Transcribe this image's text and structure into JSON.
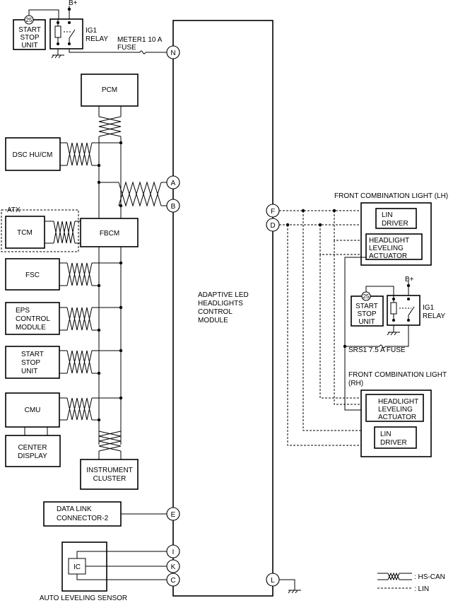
{
  "colors": {
    "line": "#000000",
    "background": "#ffffff"
  },
  "power": {
    "b_plus_top": "B+",
    "b_plus_right": "B+"
  },
  "top_left": {
    "badge": "25",
    "start_stop_unit": [
      "START",
      "STOP",
      "UNIT"
    ],
    "ig1_relay": [
      "IG1",
      "RELAY"
    ],
    "fuse": [
      "METER1 10 A",
      "FUSE"
    ]
  },
  "module": {
    "label": [
      "ADAPTIVE LED",
      "HEADLIGHTS",
      "CONTROL",
      "MODULE"
    ]
  },
  "pins": {
    "N": "N",
    "A": "A",
    "B": "B",
    "F": "F",
    "D": "D",
    "E": "E",
    "I": "I",
    "K": "K",
    "C": "C",
    "L": "L"
  },
  "can_modules": {
    "pcm": "PCM",
    "dsc": "DSC HU/CM",
    "atx": "ATX",
    "tcm": "TCM",
    "fbcm": "FBCM",
    "fsc": "FSC",
    "eps": [
      "EPS",
      "CONTROL",
      "MODULE"
    ],
    "start_stop": [
      "START",
      "STOP",
      "UNIT"
    ],
    "cmu": "CMU",
    "center_display": [
      "CENTER",
      "DISPLAY"
    ],
    "instrument_cluster": [
      "INSTRUMENT",
      "CLUSTER"
    ]
  },
  "dlc": [
    "DATA LINK",
    "CONNECTOR-2"
  ],
  "auto_leveling": {
    "ic": "IC",
    "label": "AUTO LEVELING SENSOR"
  },
  "front_lh": {
    "title": "FRONT COMBINATION LIGHT (LH)",
    "lin_driver": [
      "LIN",
      "DRIVER"
    ],
    "actuator": [
      "HEADLIGHT",
      "LEVELING",
      "ACTUATOR"
    ]
  },
  "right_relay": {
    "badge": "25",
    "start_stop_unit": [
      "START",
      "STOP",
      "UNIT"
    ],
    "ig1_relay": [
      "IG1",
      "RELAY"
    ],
    "fuse": "SRS1 7.5 A FUSE"
  },
  "front_rh": {
    "title": [
      "FRONT COMBINATION LIGHT",
      "(RH)"
    ],
    "actuator": [
      "HEADLIGHT",
      "LEVELING",
      "ACTUATOR"
    ],
    "lin_driver": [
      "LIN",
      "DRIVER"
    ]
  },
  "legend": {
    "hs_can": ": HS-CAN",
    "lin": ": LIN"
  }
}
